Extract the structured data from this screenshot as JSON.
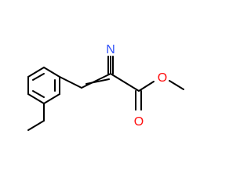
{
  "molecule": {
    "atoms": {
      "n_label": "N",
      "o_carbonyl_label": "O",
      "o_ester_label": "O"
    },
    "colors": {
      "bond": "#000000",
      "nitrogen": "#3050f8",
      "oxygen": "#ff0d0d",
      "background": "#ffffff"
    }
  }
}
